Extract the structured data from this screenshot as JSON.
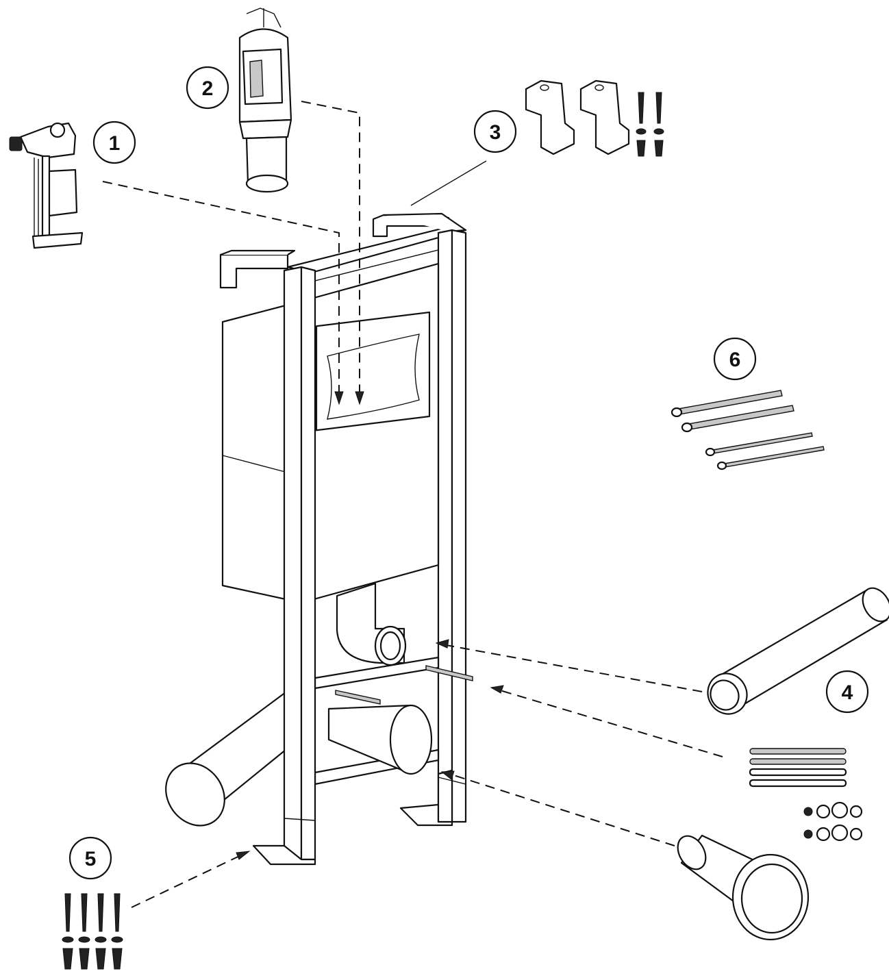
{
  "callouts": [
    {
      "id": "1"
    },
    {
      "id": "2"
    },
    {
      "id": "3"
    },
    {
      "id": "4"
    },
    {
      "id": "5"
    },
    {
      "id": "6"
    }
  ],
  "parts": {
    "1": "fill-valve-icon",
    "2": "flush-valve-icon",
    "3": "wall-bracket-set-icon",
    "4": "connection-pipe-set-icon",
    "5": "floor-fixing-set-icon",
    "6": "threaded-rods-icon"
  },
  "colors": {
    "line": "#111111",
    "fill": "#ffffff",
    "grey": "#c8c8c8"
  }
}
